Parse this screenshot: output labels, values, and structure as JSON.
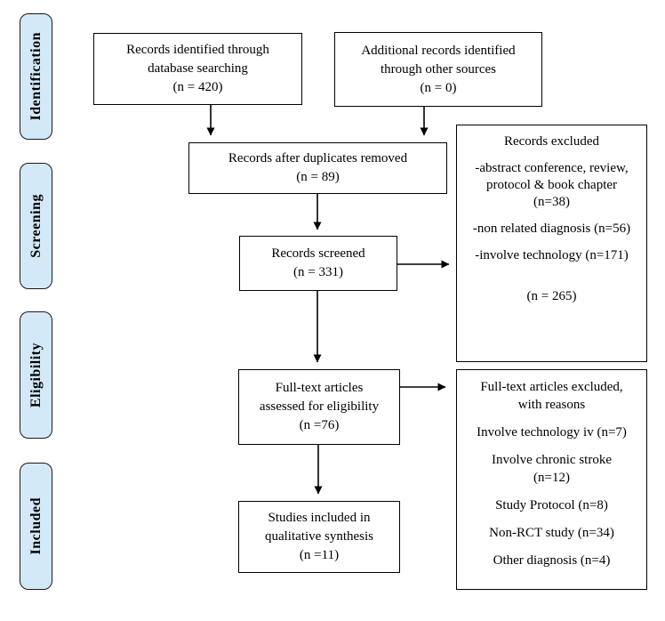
{
  "stages": {
    "identification": "Identification",
    "screening": "Screening",
    "eligibility": "Eligibility",
    "included": "Included"
  },
  "boxes": {
    "identified": {
      "lines": [
        "Records identified through",
        "database searching",
        "(n = 420)"
      ]
    },
    "additional": {
      "lines": [
        "Additional records identified",
        "through other sources",
        "(n = 0)"
      ]
    },
    "duplicates": {
      "lines": [
        "Records after duplicates removed",
        "(n = 89)"
      ]
    },
    "screened": {
      "lines": [
        "Records screened",
        "(n = 331)"
      ]
    },
    "records_excluded": {
      "lines": [
        "Records excluded",
        "-abstract conference, review,",
        "protocol & book chapter",
        "(n=38)",
        "-non related diagnosis (n=56)",
        "-involve technology (n=171)",
        "(n = 265)"
      ]
    },
    "fulltext": {
      "lines": [
        "Full-text articles",
        "assessed for eligibility",
        "(n =76)"
      ]
    },
    "fulltext_excluded": {
      "lines": [
        "Full-text articles excluded,",
        "with reasons",
        "Involve technology iv (n=7)",
        "Involve chronic stroke",
        "(n=12)",
        "Study Protocol (n=8)",
        "Non-RCT study (n=34)",
        "Other diagnosis (n=4)"
      ]
    },
    "studies_included": {
      "lines": [
        "Studies included in",
        "qualitative synthesis",
        "(n =11)"
      ]
    }
  },
  "colors": {
    "stage_fill": "#d4e9f7",
    "arrow": "#000000",
    "background": "#ffffff"
  }
}
